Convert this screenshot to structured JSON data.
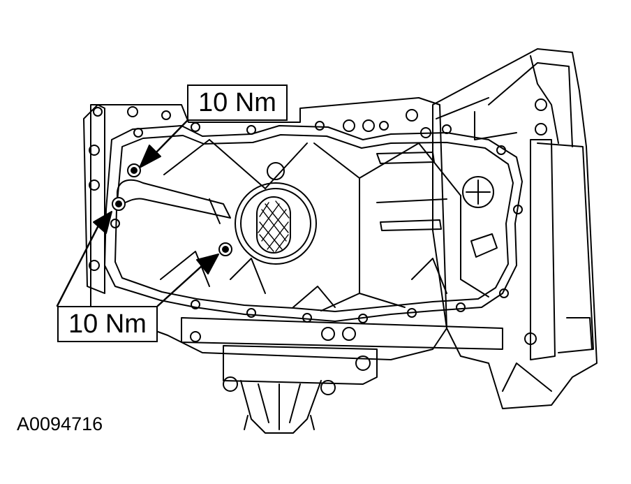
{
  "callouts": {
    "top_torque": "10 Nm",
    "bottom_torque": "10 Nm"
  },
  "figure_id": "A0094716",
  "colors": {
    "line": "#000000",
    "background": "#ffffff"
  }
}
